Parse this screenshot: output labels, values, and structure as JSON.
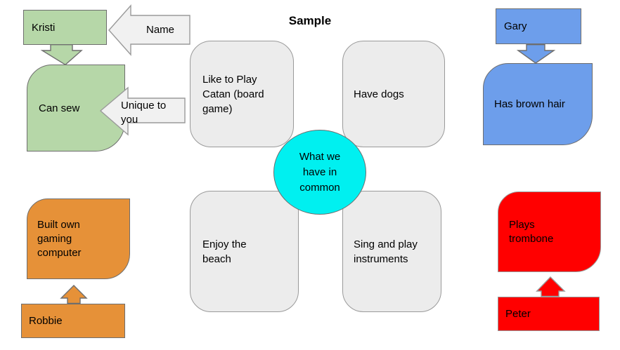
{
  "title": "Sample",
  "colors": {
    "green_fill": "#b6d7a8",
    "blue_fill": "#6d9eeb",
    "orange_fill": "#e69138",
    "red_fill": "#ff0000",
    "cyan_fill": "#00f0f0",
    "gray_fill": "#ececec",
    "arrow_gray_fill": "#f1f1f1",
    "shape_border": "#6e6e6e",
    "gray_border": "#9a9a9a",
    "text_color": "#000000"
  },
  "center": {
    "label": "What we have in common"
  },
  "commons": [
    {
      "label": "Like to Play Catan (board game)"
    },
    {
      "label": "Have dogs"
    },
    {
      "label": "Enjoy the beach"
    },
    {
      "label": "Sing and play instruments"
    }
  ],
  "legend_arrows": {
    "name": "Name",
    "unique": "Unique to you"
  },
  "people": [
    {
      "name": "Kristi",
      "unique": "Can sew"
    },
    {
      "name": "Gary",
      "unique": "Has brown hair"
    },
    {
      "name": "Robbie",
      "unique": "Built own gaming computer"
    },
    {
      "name": "Peter",
      "unique": "Plays trombone"
    }
  ]
}
